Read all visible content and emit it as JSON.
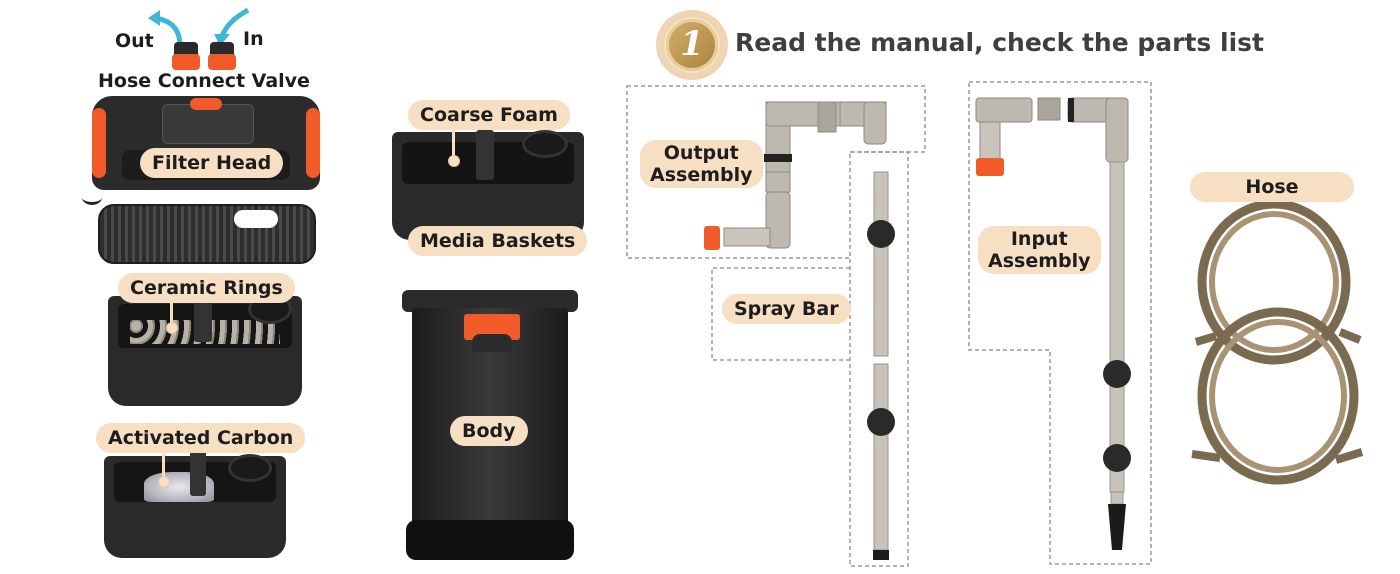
{
  "step": {
    "number": "1",
    "title": "Read the manual, check the parts list"
  },
  "labels": {
    "out": "Out",
    "in": "In",
    "hose_connect_valve": "Hose Connect Valve",
    "filter_head": "Filter Head",
    "ceramic_rings": "Ceramic Rings",
    "activated_carbon": "Activated Carbon",
    "coarse_foam": "Coarse Foam",
    "media_baskets": "Media Baskets",
    "body": "Body",
    "output_assembly_1": "Output",
    "output_assembly_2": "Assembly",
    "spray_bar": "Spray Bar",
    "input_assembly_1": "Input",
    "input_assembly_2": "Assembly",
    "hose": "Hose"
  },
  "colors": {
    "label_bg": "#f7dfc4",
    "accent_orange": "#f15a29",
    "arrow_cyan": "#3fb6d8",
    "badge_gold": "#c9a45c",
    "plastic_dark": "#262626",
    "pipe_gray": "#a9a49c",
    "hose_brown": "#8a7a5e"
  },
  "icons": {
    "flow_out": "curved-arrow-up-left-icon",
    "flow_in": "curved-arrow-down-icon",
    "step_badge": "number-badge-icon"
  }
}
